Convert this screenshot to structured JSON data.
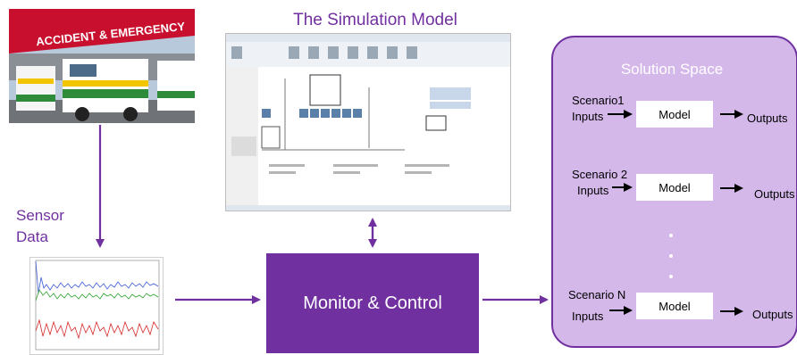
{
  "simulation_title": "The Simulation Model",
  "sensor_label_line1": "Sensor",
  "sensor_label_line2": "Data",
  "photo_sign": "ACCIDENT & EMERGENCY",
  "monitor_label": "Monitor & Control",
  "solution_title": "Solution Space",
  "scenarios": [
    {
      "name": "Scenario1",
      "inputs": "Inputs",
      "model": "Model",
      "outputs": "Outputs"
    },
    {
      "name": "Scenario 2",
      "inputs": "Inputs",
      "model": "Model",
      "outputs": "Outputs"
    },
    {
      "name": "Scenario N",
      "inputs": "Inputs",
      "model": "Model",
      "outputs": "Outputs"
    }
  ],
  "colors": {
    "accent": "#7030a0",
    "solution_fill": "#d5b8ea",
    "sign_red": "#c8102e"
  }
}
